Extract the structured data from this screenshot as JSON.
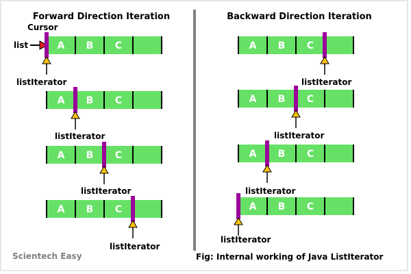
{
  "titles": {
    "forward": "Forward Direction Iteration",
    "backward": "Backward Direction Iteration"
  },
  "labels": {
    "cursor": "Cursor",
    "list": "list",
    "iterator": "listIterator"
  },
  "cells": [
    "A",
    "B",
    "C",
    ""
  ],
  "forward_steps": [
    0,
    1,
    2,
    3
  ],
  "backward_steps": [
    3,
    2,
    1,
    0
  ],
  "footer": {
    "brand": "Scientech Easy",
    "caption": "Fig: Internal working of Java ListIterator"
  },
  "colors": {
    "cell": "#66e166",
    "cursor": "#9b009b",
    "pointer_fill": "#ffc20e",
    "list_pointer": "#e02020",
    "divider": "#808080",
    "brand": "#7f7f7f",
    "text": "#000000"
  }
}
